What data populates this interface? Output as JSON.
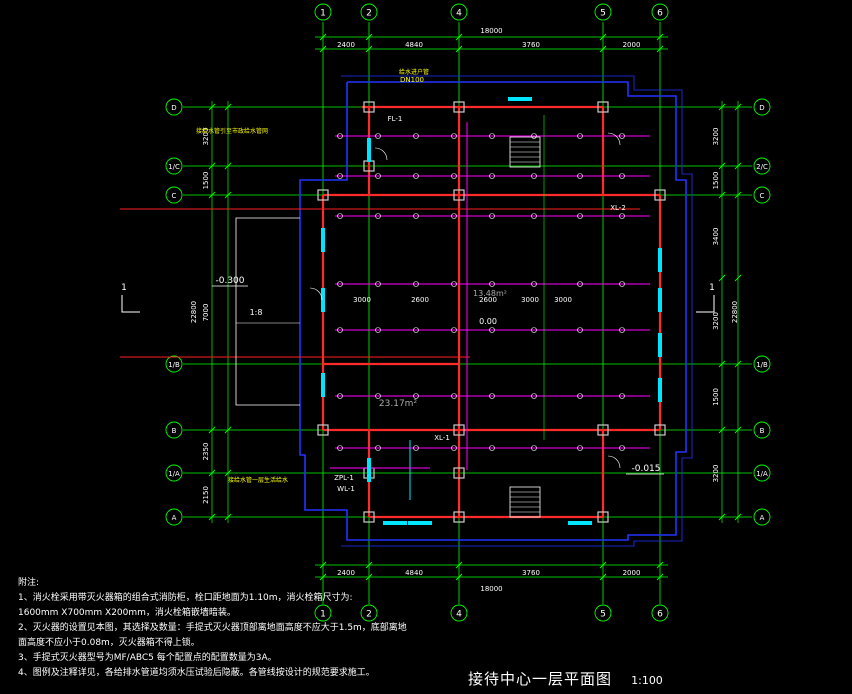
{
  "drawing": {
    "title": "接待中心一层平面图",
    "scale": "1:100",
    "grid_x": [
      "1",
      "2",
      "4",
      "5",
      "6"
    ],
    "grid_y": [
      "D",
      "2/C",
      "C",
      "1/B",
      "B",
      "1/A",
      "A"
    ],
    "grid_y_left": [
      "D",
      "1/C",
      "C",
      "1/B",
      "B",
      "1/A",
      "A"
    ],
    "dim_top": [
      "2400",
      "4840",
      "3760",
      "2000"
    ],
    "dim_top_total": "18000",
    "dim_bottom": [
      "2400",
      "4840",
      "3760",
      "2000"
    ],
    "dim_bottom_total": "18000",
    "dim_left": [
      "3200",
      "1500",
      "7000",
      "2350",
      "2150"
    ],
    "dim_left_total": "22800",
    "dim_right": [
      "3200",
      "1500",
      "3400",
      "3200",
      "1500",
      "3200"
    ],
    "dim_right_total": "22800",
    "labels": {
      "fl1": "FL-1",
      "xl2": "XL-2",
      "xl1": "XL-1",
      "zpl1": "ZPL-1",
      "wl1": "WL-1",
      "room_area": "23.17m²",
      "room_area2": "13.48m²",
      "elev_left": "-0.300",
      "elev_right": "-0.015",
      "elev_mid": "0.00",
      "dn100": "DN100",
      "pipe_note": "给水进户管",
      "left_note_top": "接给水管引至市政给水管网",
      "left_note_bottom": "接给水管一层生活给水",
      "ramp": "1:8",
      "section": "1",
      "mid_dims": [
        "3000",
        "2600",
        "2600",
        "3000",
        "3000"
      ]
    }
  },
  "notes": {
    "heading": "附注:",
    "lines": [
      "1、消火栓采用带灭火器箱的组合式消防柜，栓口距地面为1.10m，消火栓箱尺寸为:",
      "1600mm X700mm X200mm，消火栓箱嵌墙暗装。",
      "2、灭火器的设置见本图，其选择及数量：手提式灭火器顶部离地面高度不应大于1.5m，底部离地",
      "面高度不应小于0.08m，灭火器箱不得上锁。",
      "3、手提式灭火器型号为MF/ABC5 每个配置点的配置数量为3A。",
      "4、图例及注释详见，各给排水管道均须水压试验后隐蔽。各管线按设计的规范要求施工。"
    ]
  },
  "colors": {
    "background": "#000000",
    "axis": "#00ff00",
    "wall": "#ff2a2a",
    "column": "#cccccc",
    "pipe_sprinkler": "#ff00ff",
    "pipe_fire": "#ff2020",
    "outline_blue": "#2233ff",
    "fixture_cyan": "#00e5ff",
    "text_yellow": "#ffff00",
    "text_white": "#ffffff"
  }
}
